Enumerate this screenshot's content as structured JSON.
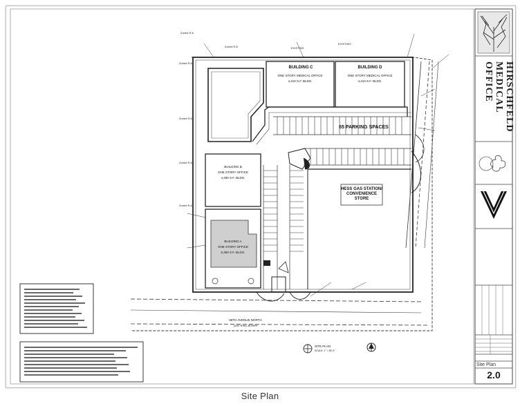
{
  "caption": "Site Plan",
  "title_block": {
    "project_title": "HIRSCHFELD MEDICAL OFFICE",
    "sheet_name": "Site Plan",
    "sheet_number": "2.0"
  },
  "plan": {
    "parking_label": "65 PARKING SPACES",
    "gas_station_label": "HESS GAS STATION/ CONVENIENCE STORE",
    "building_c_label": "BUILDING C",
    "building_d_label": "BUILDING D",
    "avenue_label": "58TH AVENUE NORTH"
  }
}
